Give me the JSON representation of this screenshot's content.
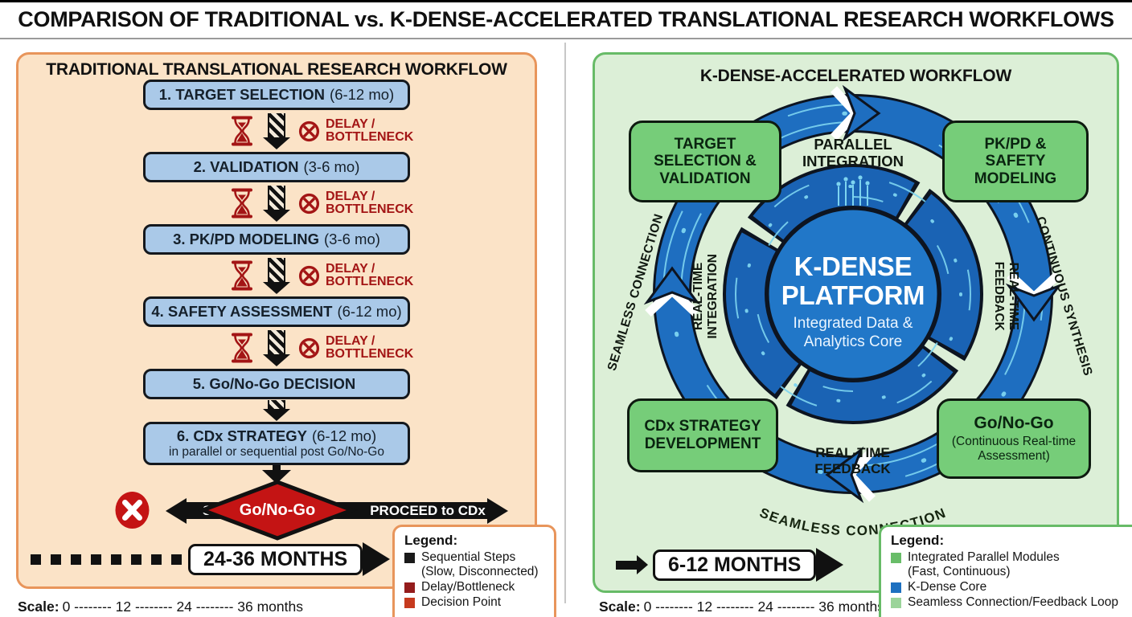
{
  "title": "COMPARISON OF TRADITIONAL vs. K-DENSE-ACCELERATED TRANSLATIONAL RESEARCH WORKFLOWS",
  "colors": {
    "left_panel_bg": "#fbe3c7",
    "left_panel_border": "#e8955b",
    "step_box_blue": "#aac9e8",
    "alert_red": "#a31515",
    "decision_red": "#c41414",
    "right_panel_bg": "#dcefd7",
    "right_panel_border": "#67bb67",
    "module_green": "#76cd79",
    "ring_blue": "#1e6ec0",
    "inner_ring_blue": "#1a63b4",
    "core_blue": "#2177c8",
    "circuit_blue": "#7dd4f0"
  },
  "left": {
    "panel_title": "TRADITIONAL TRANSLATIONAL RESEARCH WORKFLOW",
    "delay_label": "DELAY /\nBOTTLENECK",
    "steps": [
      {
        "label": "1. TARGET SELECTION",
        "duration": "(6-12 mo)"
      },
      {
        "label": "2. VALIDATION",
        "duration": "(3-6 mo)"
      },
      {
        "label": "3. PK/PD MODELING",
        "duration": "(3-6 mo)"
      },
      {
        "label": "4. SAFETY ASSESSMENT",
        "duration": "(6-12 mo)"
      },
      {
        "label": "5. Go/No-Go DECISION",
        "duration": ""
      },
      {
        "label": "6. CDx STRATEGY",
        "duration": "(6-12 mo)",
        "note": "in parallel or sequential post Go/No-Go"
      }
    ],
    "decision": {
      "stop": "STOP",
      "diamond": "Go/No-Go",
      "proceed": "PROCEED to CDx"
    },
    "timeline_label": "24-36 MONTHS",
    "scale_prefix": "Scale:",
    "scale_values": "0 -------- 12 -------- 24 -------- 36 months",
    "legend": {
      "title": "Legend:",
      "items": [
        {
          "swatch_style": "background:#1a1a1a",
          "label": "Sequential Steps\n(Slow, Disconnected)"
        },
        {
          "swatch_style": "background:#941c1c",
          "label": "Delay/Bottleneck"
        },
        {
          "swatch_style": "background:#c63a1e",
          "label": "Decision Point"
        }
      ]
    }
  },
  "right": {
    "panel_title": "K-DENSE-ACCELERATED WORKFLOW",
    "modules": {
      "top_left": "TARGET\nSELECTION &\nVALIDATION",
      "top_right": "PK/PD &\nSAFETY\nMODELING",
      "bottom_left": "CDx STRATEGY\nDEVELOPMENT",
      "bottom_right_title": "Go/No-Go",
      "bottom_right_sub": "(Continuous Real-time\nAssessment)"
    },
    "ring_labels": {
      "top": "PARALLEL\nINTEGRATION",
      "left_outer": "SEAMLESS CONNECTION",
      "left_inner": "REAL-TIME\nINTEGRATION",
      "right_outer": "CONTINUOUS SYNTHESIS",
      "right_inner": "REAL-TIME\nFEEDBACK",
      "bottom_inner": "REAL-TIME\nFEEDBACK",
      "bottom_outer": "SEAMLESS CONNECTION"
    },
    "core_title": "K-DENSE\nPLATFORM",
    "core_subtitle": "Integrated Data &\nAnalytics Core",
    "timeline_label": "6-12 MONTHS",
    "scale_prefix": "Scale:",
    "scale_values": "0 -------- 12 -------- 24 -------- 36 months",
    "legend": {
      "title": "Legend:",
      "items": [
        {
          "swatch_style": "background:#69bd69",
          "label": "Integrated Parallel Modules\n(Fast, Continuous)"
        },
        {
          "swatch_style": "background:#1d70c0",
          "label": "K-Dense Core"
        },
        {
          "swatch_style": "background:#9bd49a",
          "label": "Seamless Connection/Feedback Loop"
        }
      ]
    }
  }
}
